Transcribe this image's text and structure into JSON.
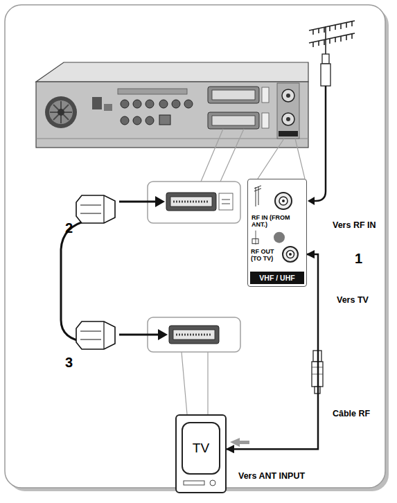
{
  "diagram": {
    "nodes": [
      {
        "text": [
          "RF IN (FROM ANT.)",
          "RF OUT (TO TV)",
          "VHF / UHF"
        ]
      },
      {
        "text": [
          "TV"
        ]
      }
    ],
    "edges": [
      {
        "from": 0,
        "to": 1,
        "arrow": "both",
        "label": "Câble RF"
      }
    ],
    "labels": [
      "Vers RF IN",
      "1",
      "Vers TV",
      "2",
      "3",
      "Vers ANT INPUT"
    ]
  }
}
